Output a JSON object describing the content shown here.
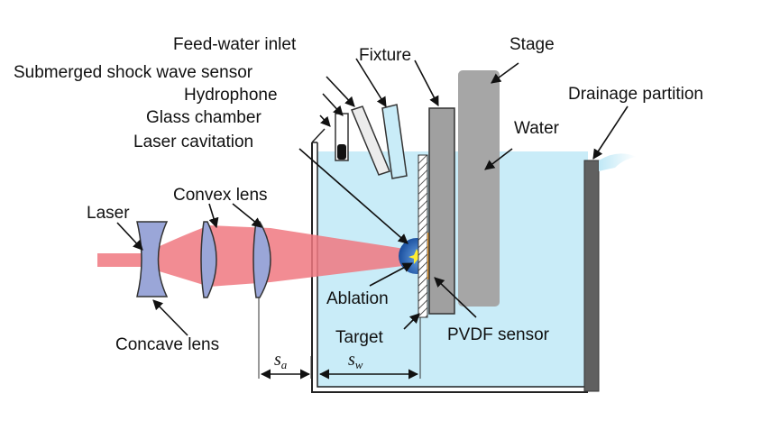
{
  "labels": {
    "feed_water_inlet": "Feed-water inlet",
    "fixture": "Fixture",
    "stage": "Stage",
    "submerged_sensor": "Submerged shock wave sensor",
    "hydrophone": "Hydrophone",
    "glass_chamber": "Glass chamber",
    "laser_cavitation": "Laser cavitation",
    "water": "Water",
    "drainage_partition": "Drainage partition",
    "laser": "Laser",
    "convex_lens": "Convex lens",
    "concave_lens": "Concave lens",
    "ablation": "Ablation",
    "target": "Target",
    "pvdf_sensor": "PVDF sensor"
  },
  "dimensions": {
    "sa_symbol": "s",
    "sa_sub": "a",
    "sw_symbol": "s",
    "sw_sub": "w"
  },
  "colors": {
    "water": "#c9ecf8",
    "laser_beam": "#f07880",
    "lens": "#9aa6d8",
    "stage": "#a6a6a6",
    "fixture": "#a0a0a0",
    "partition": "#606060",
    "cavitation_bubble": "#1f5fb0",
    "ablation_spark": "#ffee33",
    "pvdf_sensor": "#f0a030"
  }
}
